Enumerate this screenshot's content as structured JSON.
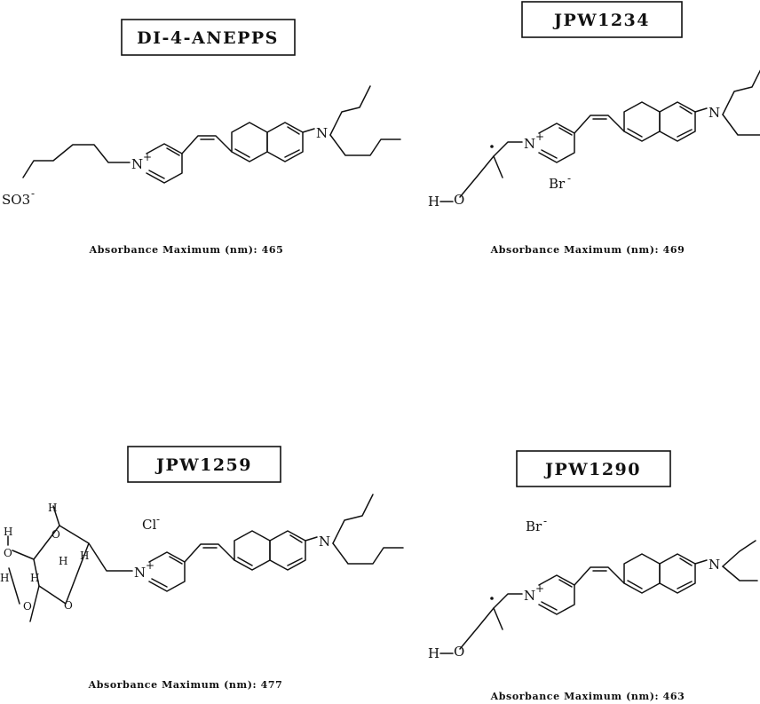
{
  "molecules": [
    {
      "name": "DI-4-ANEPPS",
      "absorbance_label": "Absorbance Maximum (nm): 465",
      "atoms": {
        "pyridinium_n": "N",
        "charge": "+",
        "amine_n": "N",
        "sulfonate": "SO3",
        "sulfonate_charge": "-"
      }
    },
    {
      "name": "JPW1234",
      "absorbance_label": "Absorbance Maximum (nm): 469",
      "atoms": {
        "pyridinium_n": "N",
        "charge": "+",
        "amine_n": "N",
        "h": "H",
        "o": "O",
        "counterion": "Br",
        "counterion_charge": "-"
      }
    },
    {
      "name": "JPW1259",
      "absorbance_label": "Absorbance Maximum (nm): 477",
      "atoms": {
        "pyridinium_n": "N",
        "charge": "+",
        "amine_n": "N",
        "counterion": "Cl",
        "counterion_charge": "-",
        "sugar_h": "H",
        "sugar_o": "O"
      }
    },
    {
      "name": "JPW1290",
      "absorbance_label": "Absorbance Maximum (nm): 463",
      "atoms": {
        "pyridinium_n": "N",
        "charge": "+",
        "amine_n": "N",
        "h": "H",
        "o": "O",
        "counterion": "Br",
        "counterion_charge": "-"
      }
    }
  ]
}
